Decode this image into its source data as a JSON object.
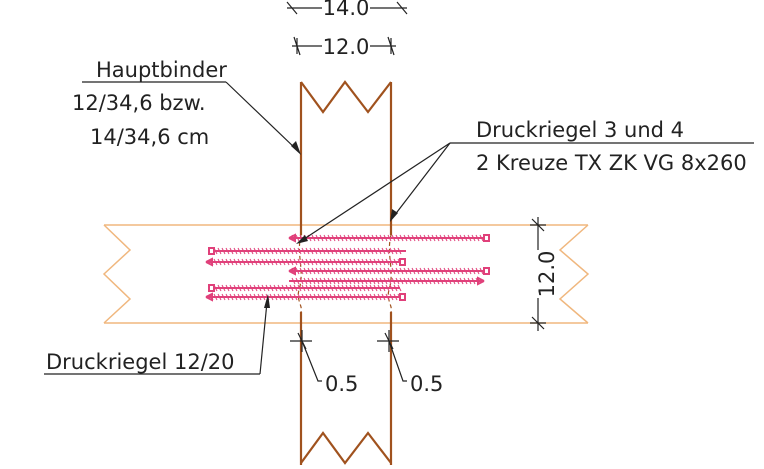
{
  "labels": {
    "hauptbinder_line1": "Hauptbinder",
    "hauptbinder_line2": "12/34,6 bzw.",
    "hauptbinder_line3": "14/34,6 cm",
    "druckriegel_screws_line1": "Druckriegel 3 und 4",
    "druckriegel_screws_line2": "2 Kreuze TX ZK VG 8x260",
    "druckriegel_section": "Druckriegel 12/20"
  },
  "dimensions": {
    "top_width_outer": "14.0",
    "top_width_inner": "12.0",
    "riegel_height": "12.0",
    "gap_left": "0.5",
    "gap_right": "0.5"
  },
  "colors": {
    "binder": "#a0521e",
    "riegel": "#f0b77e",
    "screws": "#e0407a",
    "lines": "#222222"
  }
}
